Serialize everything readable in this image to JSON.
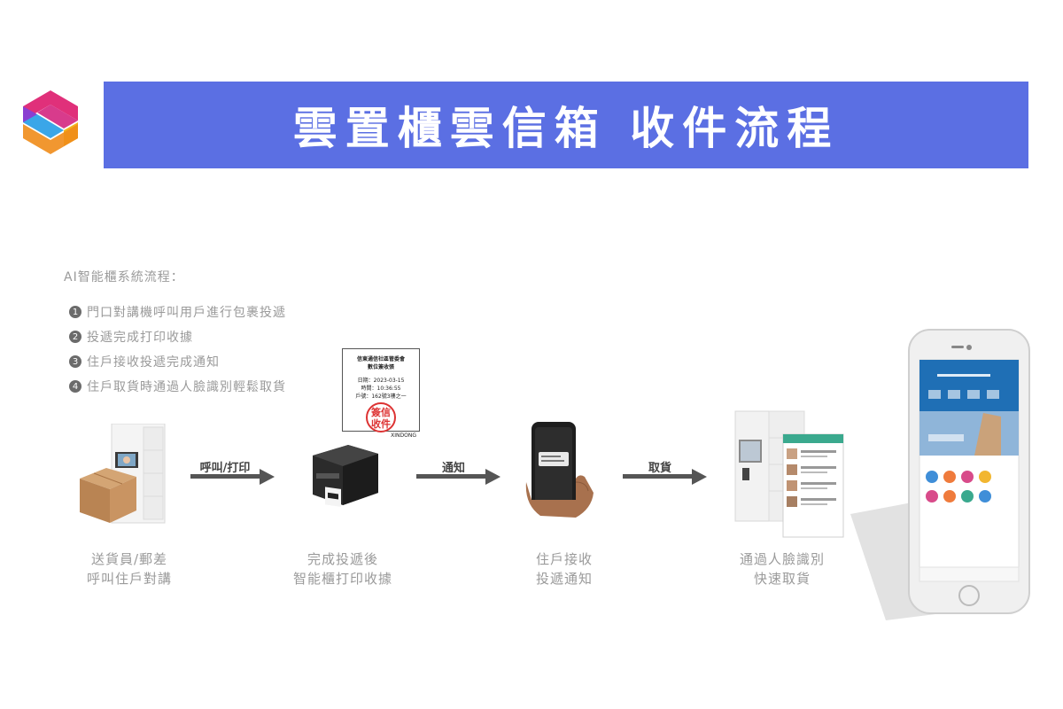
{
  "header": {
    "title": "雲置櫃雲信箱 收件流程"
  },
  "steps": {
    "title": "AI智能櫃系統流程：",
    "items": [
      {
        "num": "1",
        "text": "門口對講機呼叫用戶進行包裹投遞"
      },
      {
        "num": "2",
        "text": "投遞完成打印收據"
      },
      {
        "num": "3",
        "text": "住戶接收投遞完成通知"
      },
      {
        "num": "4",
        "text": "住戶取貨時通過人臉識別輕鬆取貨"
      }
    ]
  },
  "arrows": [
    "呼叫/打印",
    "通知",
    "取貨"
  ],
  "captions": [
    {
      "line1": "送貨員/郵差",
      "line2": "呼叫住戶對講"
    },
    {
      "line1": "完成投遞後",
      "line2": "智能櫃打印收據"
    },
    {
      "line1": "住戶接收",
      "line2": "投遞通知"
    },
    {
      "line1": "通過人臉識別",
      "line2": "快速取貨"
    }
  ],
  "receipt": {
    "header1": "信東通信社區管委會",
    "header2": "數位簽收張",
    "date": "日期：2023-03-15",
    "time": "時間：10:36:55",
    "unit": "戶號：162號3樓之一",
    "stamp1": "簽信",
    "stamp2": "收件",
    "brand": "XINDONG"
  },
  "colors": {
    "banner": "#5b6fe3",
    "caption": "#9a9a9a",
    "arrow": "#444444"
  }
}
